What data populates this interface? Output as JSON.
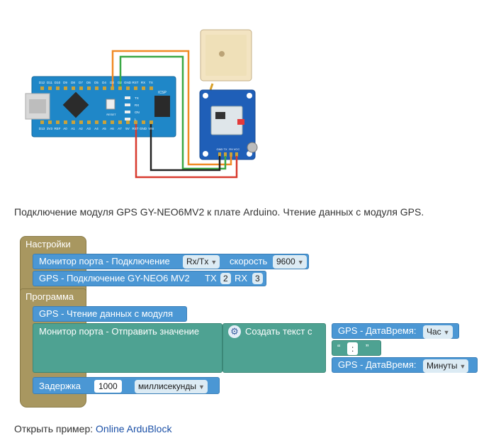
{
  "caption": "Подключение модуля GPS GY-NEO6MV2 к плате Arduino. Чтение данных с модуля GPS.",
  "diagram": {
    "arduino_top_pins": [
      "D12",
      "D11",
      "D10",
      "D9",
      "D8",
      "D7",
      "D6",
      "D5",
      "D4",
      "D3",
      "D2",
      "GND",
      "RST",
      "RX",
      "TX"
    ],
    "arduino_bottom_pins": [
      "D13",
      "3V3",
      "REF",
      "A0",
      "A1",
      "A2",
      "A3",
      "A4",
      "A5",
      "A6",
      "A7",
      "5V",
      "RST",
      "GND",
      "VIN"
    ],
    "arduino_side_labels": [
      "TX",
      "RX",
      "ON",
      "L"
    ],
    "icsp_label": "ICSP",
    "reset_label": "RESET",
    "gps_pins": [
      "GND",
      "TX",
      "RX",
      "VCC"
    ],
    "wire_colors": {
      "orange": "#f08a24",
      "green": "#3aa845",
      "black": "#222222",
      "red": "#d83a2e"
    }
  },
  "setup_block": {
    "title": "Настройки",
    "serial": {
      "label": "Монитор порта - Подключение",
      "port": "Rx/Tx",
      "speed_label": "скорость",
      "speed": "9600"
    },
    "gps": {
      "label": "GPS - Подключение GY-NEO6 MV2",
      "tx_label": "TX",
      "tx": "2",
      "rx_label": "RX",
      "rx": "3"
    }
  },
  "program_block": {
    "title": "Программа",
    "gps_read": "GPS - Чтение данных с модуля",
    "serial_send": "Монитор порта - Отправить значение",
    "create_text": "Создать текст с",
    "datetime_label": "GPS - ДатаВремя:",
    "datetime_hour": "Час",
    "separator": ":",
    "datetime_minutes": "Минуты",
    "delay_label": "Задержка",
    "delay_value": "1000",
    "delay_unit": "миллисекунды"
  },
  "footer": {
    "prefix": "Открыть пример: ",
    "link": "Online ArduBlock"
  }
}
